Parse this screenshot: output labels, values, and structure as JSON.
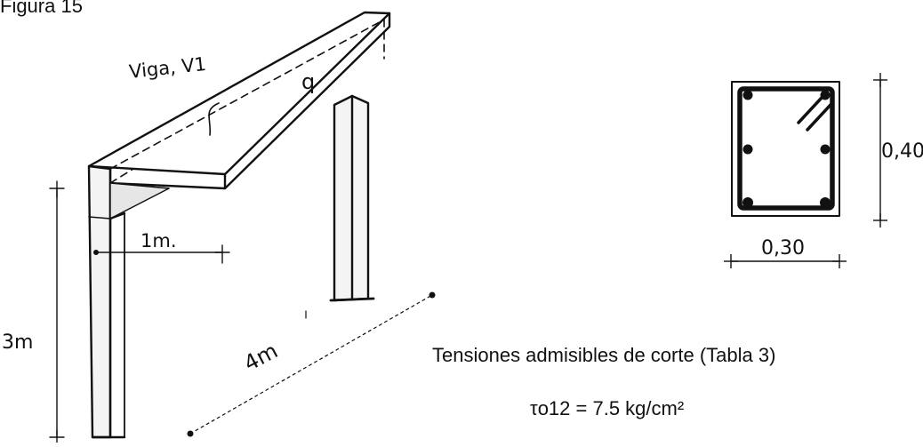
{
  "figure": {
    "caption": "Figura 15"
  },
  "frame_sketch": {
    "beam_label": "Viga, V1",
    "load_label": "q",
    "cantilever_label": "1m.",
    "height_label": "3m",
    "span_label": "4m"
  },
  "section": {
    "height_label": "0,40",
    "width_label": "0,30"
  },
  "notes": {
    "shear_title": "Tensiones admisibles de corte (Tabla 3)",
    "shear_value": "τo12 = 7.5 kg/cm²"
  }
}
